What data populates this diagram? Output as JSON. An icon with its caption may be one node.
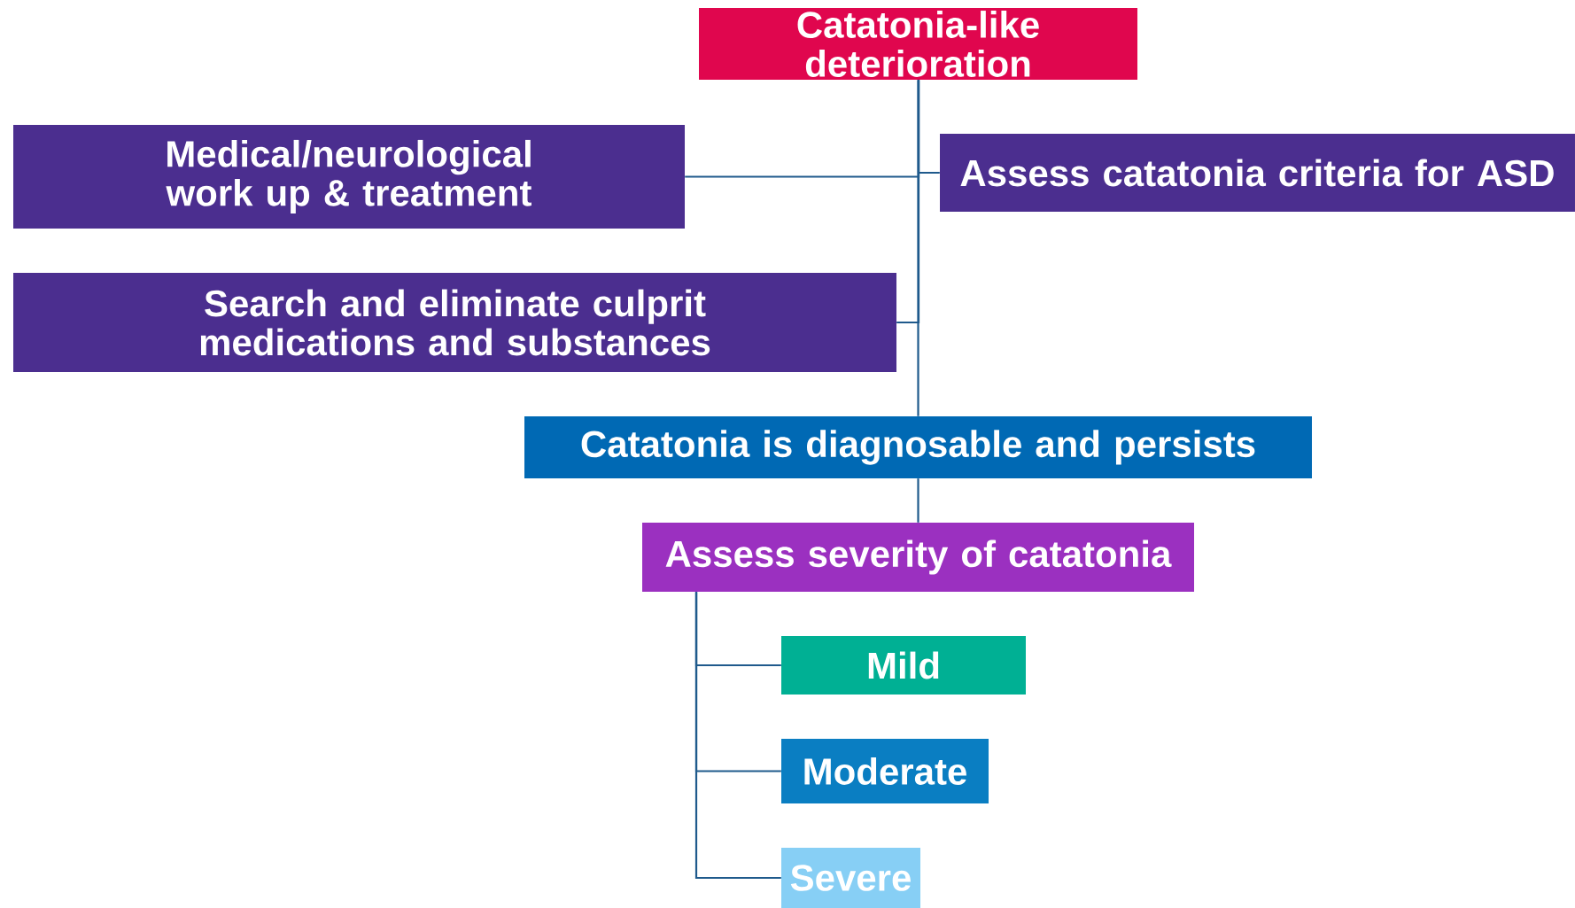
{
  "diagram": {
    "nodes": [
      {
        "text": [
          "Catatonia-like deterioration"
        ]
      },
      {
        "text": [
          "Medical/neurological work up & treatment"
        ]
      },
      {
        "text": [
          "Assess catatonia criteria for ASD"
        ]
      },
      {
        "text": [
          "Search and eliminate culprit medications and substances"
        ]
      },
      {
        "text": [
          "Catatonia is diagnosable and persists"
        ]
      },
      {
        "text": [
          "Assess severity of catatonia"
        ]
      },
      {
        "text": [
          "Mild"
        ]
      },
      {
        "text": [
          "Moderate"
        ]
      },
      {
        "text": [
          "Severe"
        ]
      }
    ],
    "edges": [
      {
        "from": 0,
        "to": 1,
        "arrow": "none"
      },
      {
        "from": 0,
        "to": 2,
        "arrow": "none"
      },
      {
        "from": 0,
        "to": 3,
        "arrow": "none"
      },
      {
        "from": 0,
        "to": 4,
        "arrow": "none"
      },
      {
        "from": 4,
        "to": 5,
        "arrow": "none"
      },
      {
        "from": 5,
        "to": 6,
        "arrow": "none"
      },
      {
        "from": 5,
        "to": 7,
        "arrow": "none"
      },
      {
        "from": 5,
        "to": 8,
        "arrow": "none"
      }
    ]
  }
}
